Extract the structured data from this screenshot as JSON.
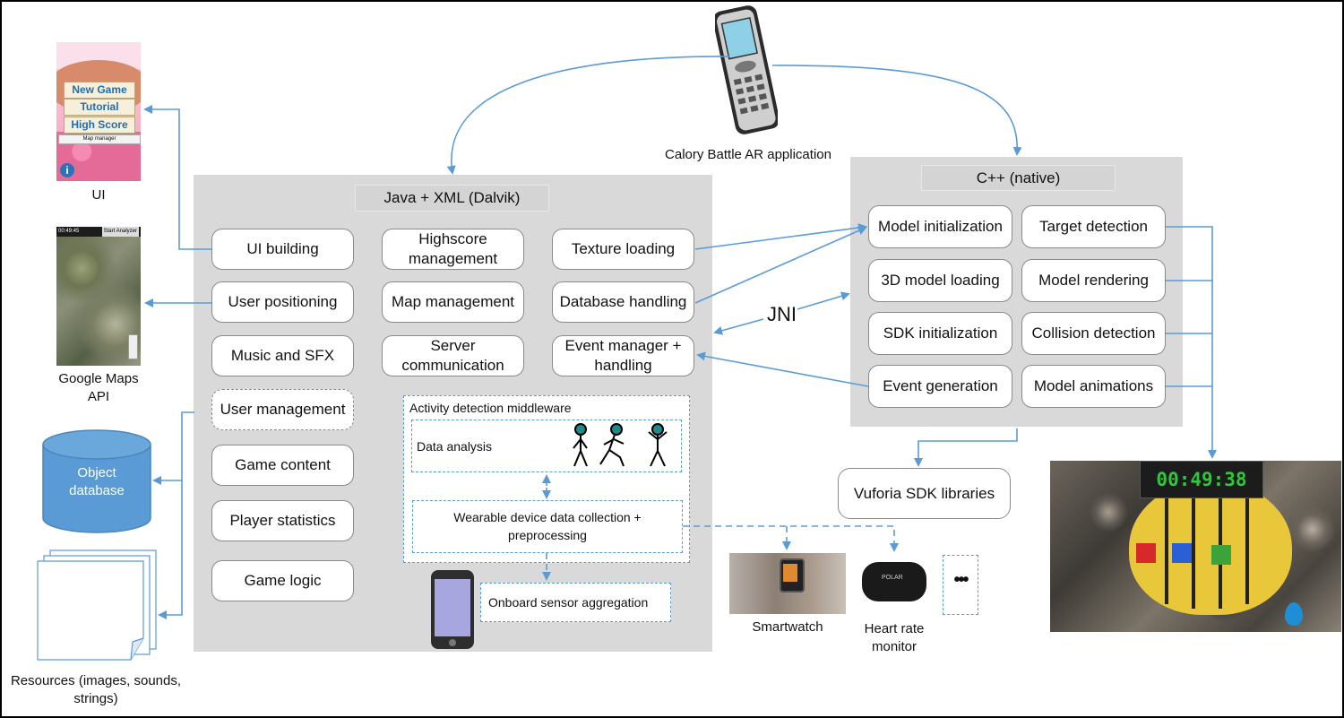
{
  "app_caption": "Calory Battle AR application",
  "java": {
    "title": "Java + XML (Dalvik)",
    "col1": [
      "UI building",
      "User positioning",
      "Music and SFX",
      "User management",
      "Game content",
      "Player statistics",
      "Game logic"
    ],
    "col2": [
      "Highscore management",
      "Map management",
      "Server communication"
    ],
    "col3": [
      "Texture loading",
      "Database handling",
      "Event manager + handling"
    ]
  },
  "middleware": {
    "title": "Activity detection middleware",
    "data_analysis": "Data analysis",
    "wearable": "Wearable device data collection + preprocessing",
    "onboard": "Onboard sensor aggregation"
  },
  "native": {
    "title": "C++ (native)",
    "left": [
      "Model initialization",
      "3D model loading",
      "SDK initialization",
      "Event generation"
    ],
    "right": [
      "Target detection",
      "Model rendering",
      "Collision detection",
      "Model animations"
    ]
  },
  "jni": "JNI",
  "vuforia": "Vuforia SDK libraries",
  "left_labels": {
    "ui": "UI",
    "maps": "Google Maps API",
    "db": "Object database",
    "resources": "Resources (images, sounds, strings)"
  },
  "ui_screen": {
    "buttons": [
      "New Game",
      "Tutorial",
      "High Score",
      "Map manager"
    ],
    "info": "i"
  },
  "maps_screen": {
    "time": "00:49:45",
    "button": "Start Analyzer"
  },
  "devices": {
    "smartwatch": "Smartwatch",
    "hrm": "Heart rate monitor",
    "hrm_brand": "POLAR",
    "more": "•••"
  },
  "ar_scene": {
    "timer": "00:49:38"
  }
}
